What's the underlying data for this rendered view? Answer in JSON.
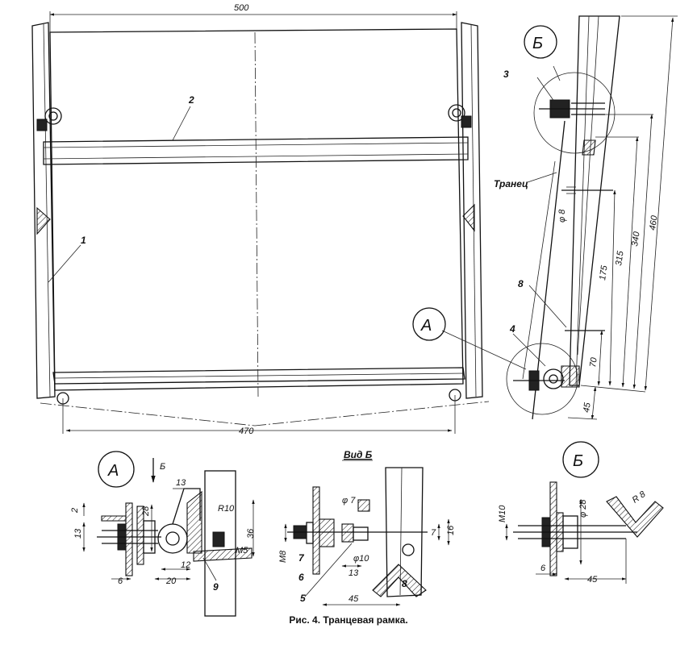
{
  "caption": "Рис. 4. Транцевая рамка.",
  "callouts": {
    "detail_a": "А",
    "detail_b": "Б"
  },
  "main_view": {
    "dim_top": "500",
    "dim_bottom": "470",
    "part_1": "1",
    "part_2": "2"
  },
  "side_view": {
    "part_3": "3",
    "part_4": "4",
    "part_8": "8",
    "transom_label": "Транец",
    "dim_phi8": "φ 8",
    "dim_460": "460",
    "dim_340": "340",
    "dim_315": "315",
    "dim_175": "175",
    "dim_70": "70",
    "dim_45": "45"
  },
  "detail_a": {
    "view_arrow": "Б",
    "d_2": "2",
    "d_13v": "13",
    "d_13": "13",
    "d_28": "28",
    "d_r10": "R10",
    "d_36": "36",
    "d_m5": "M5",
    "d_12": "12",
    "d_20": "20",
    "d_6": "6",
    "part_9": "9"
  },
  "view_b": {
    "title": "Вид Б",
    "d_phi7": "φ 7",
    "d_m8": "M8",
    "d_phi10": "φ10",
    "d_13": "13",
    "d_7": "7",
    "d_16": "16",
    "d_45": "45",
    "part_7": "7",
    "part_6": "6",
    "part_5": "5",
    "part_8": "8"
  },
  "detail_b": {
    "d_m10": "M10",
    "d_phi28": "φ 28",
    "d_r8": "R 8",
    "d_6": "6",
    "d_45": "45"
  }
}
